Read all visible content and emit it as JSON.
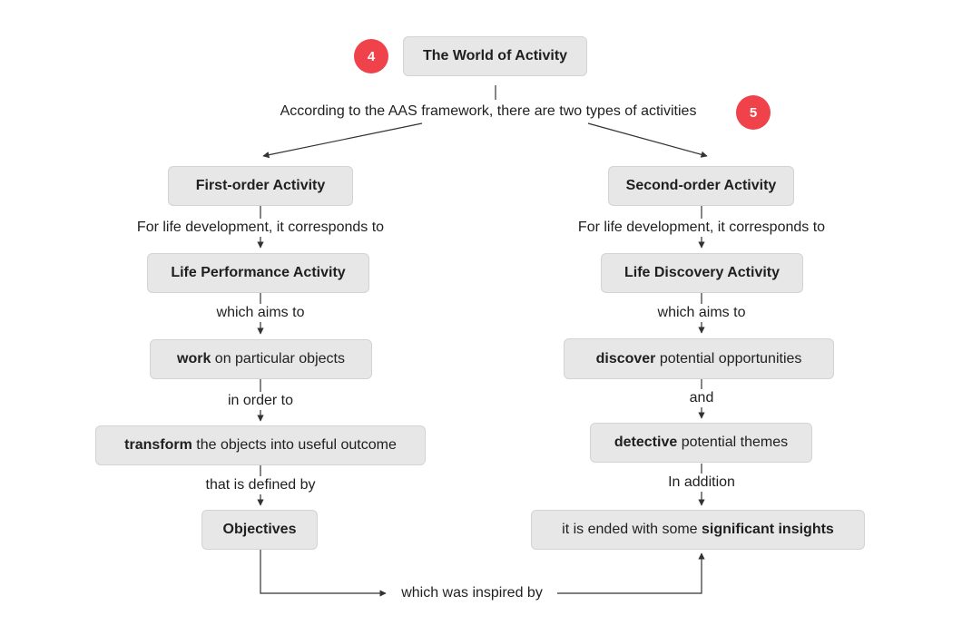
{
  "badges": {
    "world": "4",
    "framework": "5"
  },
  "root": {
    "title": "The World of Activity"
  },
  "framework_label": "According to the AAS framework, there are two types of activities",
  "left": {
    "title": "First-order Activity",
    "rel1": "For life development, it corresponds to",
    "node2": "Life Performance Activity",
    "rel2": "which aims to",
    "node3_bold": "work",
    "node3_rest": " on particular objects",
    "rel3": "in order to",
    "node4_bold": "transform",
    "node4_rest": " the objects into useful outcome",
    "rel4": "that is defined by",
    "node5": "Objectives"
  },
  "right": {
    "title": "Second-order Activity",
    "rel1": "For life development, it corresponds to",
    "node2": "Life Discovery Activity",
    "rel2": "which aims to",
    "node3_bold": "discover",
    "node3_rest": " potential opportunities",
    "rel3": "and",
    "node4_bold": "detective",
    "node4_rest": " potential themes",
    "rel4": "In addition",
    "node5_pre": "it is ended with some ",
    "node5_bold": "significant insights"
  },
  "bottom_label": "which was inspired by",
  "colors": {
    "node_bg": "#e7e7e7",
    "badge": "#f0424a",
    "line": "#333333"
  }
}
